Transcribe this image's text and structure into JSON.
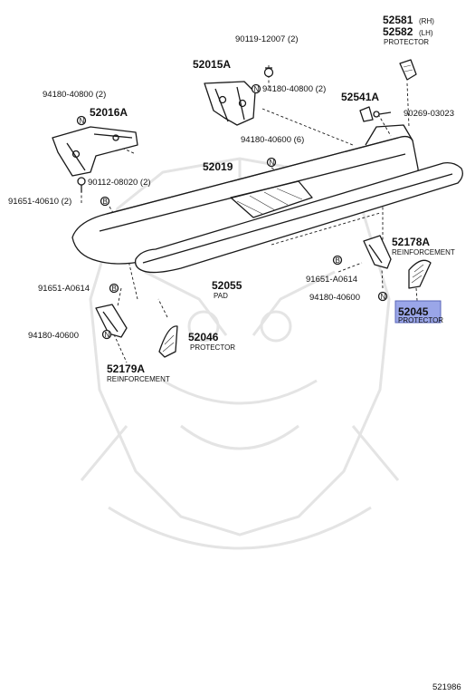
{
  "diagram": {
    "labels": {
      "p90119": "90119-12007 (2)",
      "p52581": "52581",
      "p52581_sfx": "(RH)",
      "p52582": "52582",
      "p52582_sfx": "(LH)",
      "protector_top": "PROTECTOR",
      "p52015A": "52015A",
      "p94180_408a": "94180-40800 (2)",
      "p94180_408b": "94180-40800 (2)",
      "p52016A": "52016A",
      "p52541A": "52541A",
      "p90269": "90269-03023",
      "p94180_406_6": "94180-40600 (6)",
      "p52019": "52019",
      "p90112": "90112-08020 (2)",
      "p91651_406": "91651-40610 (2)",
      "p52178A": "52178A",
      "reinf_right": "REINFORCEMENT",
      "p52055": "52055",
      "pad": "PAD",
      "p91651_A_r": "91651-A0614",
      "p94180_406_r": "94180-40600",
      "p52045": "52045",
      "protector_right": "PROTECTOR",
      "p91651_A_l": "91651-A0614",
      "p94180_406_l": "94180-40600",
      "p52046": "52046",
      "protector_left": "PROTECTOR",
      "p52179A": "52179A",
      "reinf_left": "REINFORCEMENT",
      "diagram_id": "521986"
    },
    "highlight_color": "#9aa6e8",
    "watermark": "samurai-mask-watermark"
  }
}
